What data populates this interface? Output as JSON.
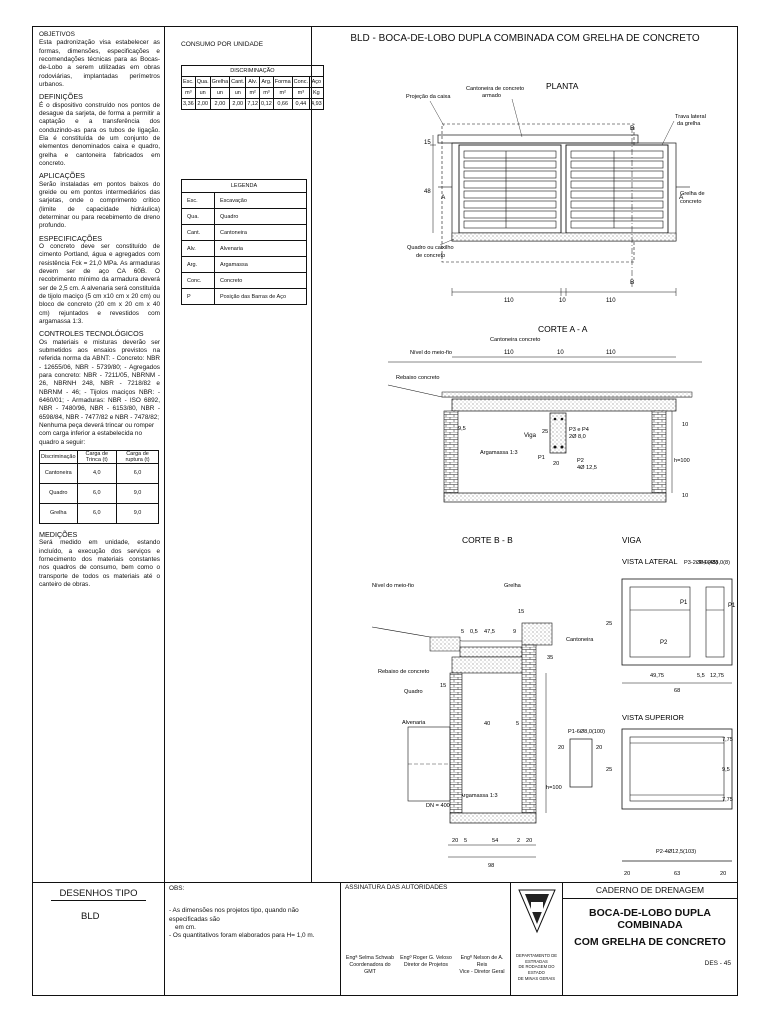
{
  "left": {
    "objetivos_title": "OBJETIVOS",
    "objetivos_text": "Esta padronização visa estabelecer as formas, dimensões, especificações e recomendações técnicas para as Bocas-de-Lobo a serem utilizadas em obras rodoviárias, implantadas perímetros urbanos.",
    "definicoes_title": "DEFINIÇÕES",
    "definicoes_text": "É o dispositivo construído nos pontos de desague da sarjeta, de forma a permitir a captação e a transferência dos conduzindo-as para os tubos de ligação. Ela é constituída de um conjunto de elementos denominados caixa e quadro, grelha e cantoneira fabricados em concreto.",
    "aplicacoes_title": "APLICAÇÕES",
    "aplicacoes_text": "Serão instaladas em pontos baixos do greide ou em pontos intermediários das sarjetas, onde o comprimento crítico (limite de capacidade hidráulica) determinar ou para recebimento de dreno profundo.",
    "especificacoes_title": "ESPECIFICAÇÕES",
    "especificacoes_text": "O concreto deve ser constituído de cimento Portland, água e agregados com resistência Fck = 21,0 MPa. As armaduras devem ser de aço CA 60B. O recobrimento mínimo da armadura deverá ser de 2,5 cm. A alvenaria será constituída de tijolo maciço (5 cm x10 cm x 20 cm) ou bloco de concreto (20 cm x 20 cm x 40 cm) rejuntados e revestidos com argamassa 1:3.",
    "controles_title": "CONTROLES TECNOLÓGICOS",
    "controles_text": "Os materiais e misturas deverão ser submetidos aos ensaios previstos na referida norma da ABNT: - Concreto: NBR - 12655/06, NBR - 5739/80; - Agregados para concreto: NBR - 7211/05, NBRNM - 26, NBRNH 248, NBR - 7218/82 e NBRNM - 46; - Tijolos maciços NBR: - 6460/01; - Armaduras: NBR - ISO 6892, NBR - 7480/96, NBR - 6153/80, NBR - 6598/84, NBR - 7477/82 e NBR - 7478/82;",
    "controles_text2": "Nenhuma peça deverá trincar ou romper com carga inferior a estabelecida no quadro a seguir:",
    "carga_table": {
      "headers": [
        "Discriminação",
        "Carga de Trinca (t)",
        "Carga de ruptura (t)"
      ],
      "rows": [
        [
          "Cantoneira",
          "4,0",
          "6,0"
        ],
        [
          "Quadro",
          "6,0",
          "9,0"
        ],
        [
          "Grelha",
          "6,0",
          "9,0"
        ]
      ]
    },
    "medicoes_title": "MEDIÇÕES",
    "medicoes_text": "Será medido em unidade, estando incluído, a execução dos serviços e fornecimento dos materiais constantes nos quadros de consumo, bem como o transporte de todos os materiais até o canteiro de obras."
  },
  "consumo": {
    "title": "CONSUMO POR UNIDADE",
    "header": "DISCRIMINAÇÃO",
    "cols": [
      "Esc.",
      "Qua.",
      "Grelha",
      "Cant.",
      "Alv.",
      "Arg.",
      "Forma",
      "Conc.",
      "Aço"
    ],
    "units": [
      "m³",
      "un",
      "un",
      "un",
      "m²",
      "m³",
      "m²",
      "m³",
      "Kg"
    ],
    "values": [
      "3,36",
      "2,00",
      "2,00",
      "2,00",
      "7,12",
      "0,12",
      "0,66",
      "0,44",
      "4,93"
    ]
  },
  "legenda": {
    "title": "LEGENDA",
    "rows": [
      [
        "Esc.",
        "Escavação"
      ],
      [
        "Qua.",
        "Quadro"
      ],
      [
        "Cant.",
        "Cantoneira"
      ],
      [
        "Alv.",
        "Alvenaria"
      ],
      [
        "Arg.",
        "Argamassa"
      ],
      [
        "Conc.",
        "Concreto"
      ],
      [
        "P",
        "Posição das Barras de Aço"
      ]
    ]
  },
  "drawing": {
    "main_title": "BLD - BOCA-DE-LOBO DUPLA COMBINADA COM GRELHA DE CONCRETO",
    "planta": {
      "title": "PLANTA",
      "projecao": "Projeção da caixa",
      "cantoneira1": "Cantoneira de concreto",
      "cantoneira2": "armado",
      "trava1": "Trava lateral",
      "trava2": "da grelha",
      "grelha1": "Grelha de",
      "grelha2": "concreto",
      "quadro1": "Quadro ou caixilho",
      "quadro2": "de concreto",
      "b": "B",
      "a": "A",
      "d15": "15",
      "d48": "48",
      "d110a": "110",
      "d10": "10",
      "d110b": "110"
    },
    "corte_aa": {
      "title": "CORTE A - A",
      "cantoneira": "Cantoneira concreto",
      "nivel": "Nível do meio-fio",
      "rebaixo": "Rebaixo concreto",
      "d110a": "110",
      "d10": "10",
      "d110b": "110",
      "d95": "9,5",
      "viga": "Viga",
      "d25": "25",
      "d20": "20",
      "p3p4": "P3 e P4",
      "p3p4b": "2Ø 8,0",
      "p1": "P1",
      "p2": "P2",
      "p2b": "4Ø 12,5",
      "argamassa": "Argamassa 1:3",
      "d10r": "10",
      "h100": "h=100",
      "d10b": "10"
    },
    "corte_bb": {
      "title": "CORTE B - B",
      "nivel": "Nível do meio-fio",
      "grelha": "Grelha",
      "cantoneira": "Cantoneira",
      "rebaixo": "Rebaixo de concreto",
      "quadro": "Quadro",
      "alvenaria": "Alvenaria",
      "argamassa": "Argamassa 1:3",
      "dn": "DN = 400",
      "h100": "h=100",
      "d15": "15",
      "d5": "5",
      "d05": "0,5",
      "d475": "47,5",
      "d9": "9",
      "d35": "35",
      "d15b": "15",
      "d40": "40",
      "d5b": "5",
      "d20a": "20",
      "d5c": "5",
      "d54": "54",
      "d2": "2",
      "d20b": "20",
      "d98": "98"
    },
    "viga": {
      "title": "VIGA",
      "lateral": "VISTA LATERAL",
      "superior": "VISTA SUPERIOR",
      "p3": "P3-2Ø8,0(45)",
      "p4": "P4-2Ø8,0(8)",
      "p1": "P1",
      "p1b": "P1",
      "p2": "P2",
      "d25": "25",
      "d4975": "49,75",
      "d55": "5,5",
      "d1275": "12,75",
      "d68": "68",
      "p1det": "P1-6Ø8,0(100)",
      "d20a": "20",
      "d20b": "20",
      "d25b": "25",
      "d775a": "7,75",
      "d95": "9,5",
      "d775b": "7,75",
      "p2det": "P2-4Ø12,5(103)",
      "d20c": "20",
      "d63": "63",
      "d20d": "20"
    }
  },
  "footer": {
    "desenhos_tipo": "DESENHOS TIPO",
    "code": "BLD",
    "obs_title": "OBS:",
    "obs1": "- As dimensões nos projetos tipo, quando não especificadas são",
    "obs1b": "em cm.",
    "obs2": "- Os quantitativos foram elaborados para H= 1,0 m.",
    "assinatura": "ASSINATURA DAS AUTORIDADES",
    "sig1a": "Engª Selma Schwab",
    "sig1b": "Coordenadora do GMT",
    "sig2a": "Engº Roger G. Veloso",
    "sig2b": "Diretor de Projetos",
    "sig3a": "Engº Nelson de A. Reis",
    "sig3b": "Vice - Diretor Geral",
    "logo_text1": "DEPARTAMENTO DE ESTRADAS",
    "logo_text2": "DE RODAGEM DO ESTADO",
    "logo_text3": "DE MINAS GERAIS",
    "caderno": "CADERNO DE DRENAGEM",
    "titulo1": "BOCA-DE-LOBO DUPLA COMBINADA",
    "titulo2": "COM GRELHA DE CONCRETO",
    "des": "DES - 45"
  }
}
